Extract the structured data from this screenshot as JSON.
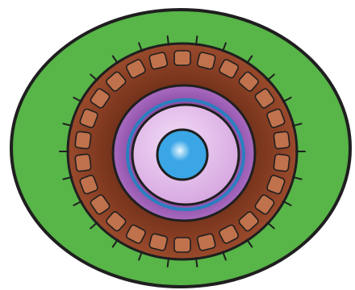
{
  "illustration": {
    "subject": "concentric-oval-drawing",
    "colors": {
      "background": "#ffffff",
      "outline": "#1f1f1f",
      "outer_ring": "#58b548",
      "brown_ring": "#9a4a2c",
      "brown_ring_dark": "#6e2e18",
      "tab_fill": "#c0724c",
      "purple_ring": "#7d3f99",
      "purple_ring_light": "#a86bc0",
      "blue_line": "#2a7fbf",
      "lavender_disc": "#d6a6e0",
      "lavender_highlight": "#f2dcf6",
      "center_dot": "#3aa6e6",
      "center_highlight": "#eaf8ff"
    },
    "rim_tab_count": 26,
    "rim_spike_count": 26
  }
}
